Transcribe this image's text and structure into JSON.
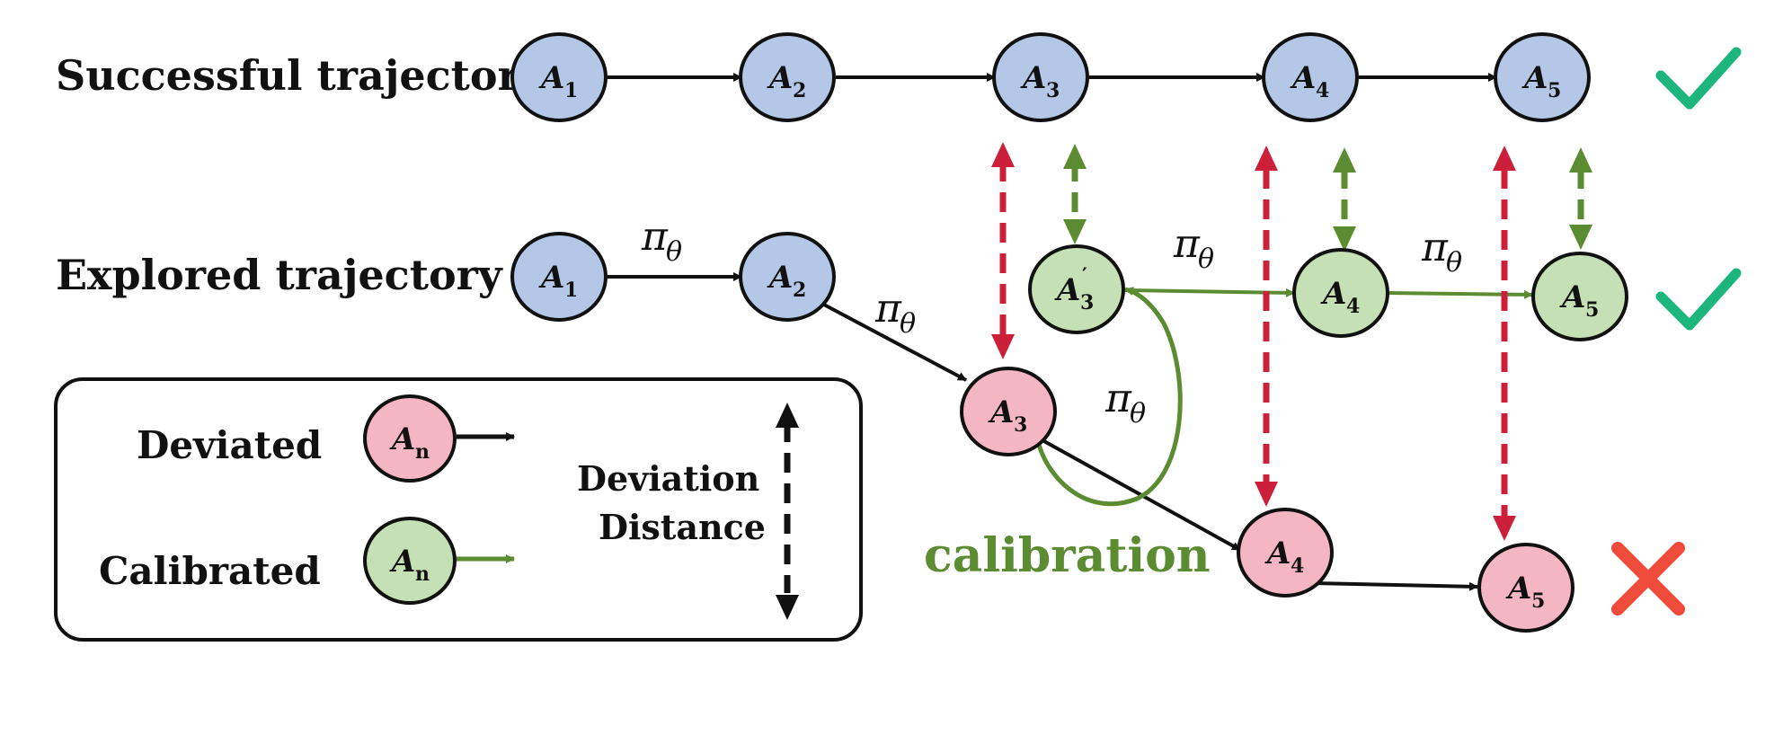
{
  "colors": {
    "blue_fill": "#b4c7e7",
    "pink_fill": "#f4b6c2",
    "green_fill": "#c5e0b4",
    "node_stroke": "#111111",
    "green_line": "#5b8c32",
    "red_dash": "#cc1f3a",
    "check": "#1cb57c",
    "cross": "#ee4b3b"
  },
  "labels": {
    "successful": "Successful trajectory",
    "explored": "Explored trajectory",
    "calibration": "calibration"
  },
  "policy": {
    "symbol": "π",
    "sub": "θ"
  },
  "nodes": {
    "letter": "A",
    "success": [
      "1",
      "2",
      "3",
      "4",
      "5"
    ],
    "explored_blue": [
      "1",
      "2"
    ],
    "deviated": [
      "3",
      "4",
      "5"
    ],
    "calibrated": [
      "3",
      "4",
      "5"
    ],
    "calibrated_prime": "′"
  },
  "legend": {
    "deviated": "Deviated",
    "calibrated": "Calibrated",
    "node_sub": "n",
    "deviation_line1": "Deviation",
    "deviation_line2": "Distance"
  },
  "marks": {
    "success_icon": "check-icon",
    "calibrated_icon": "check-icon",
    "deviated_icon": "cross-icon"
  }
}
